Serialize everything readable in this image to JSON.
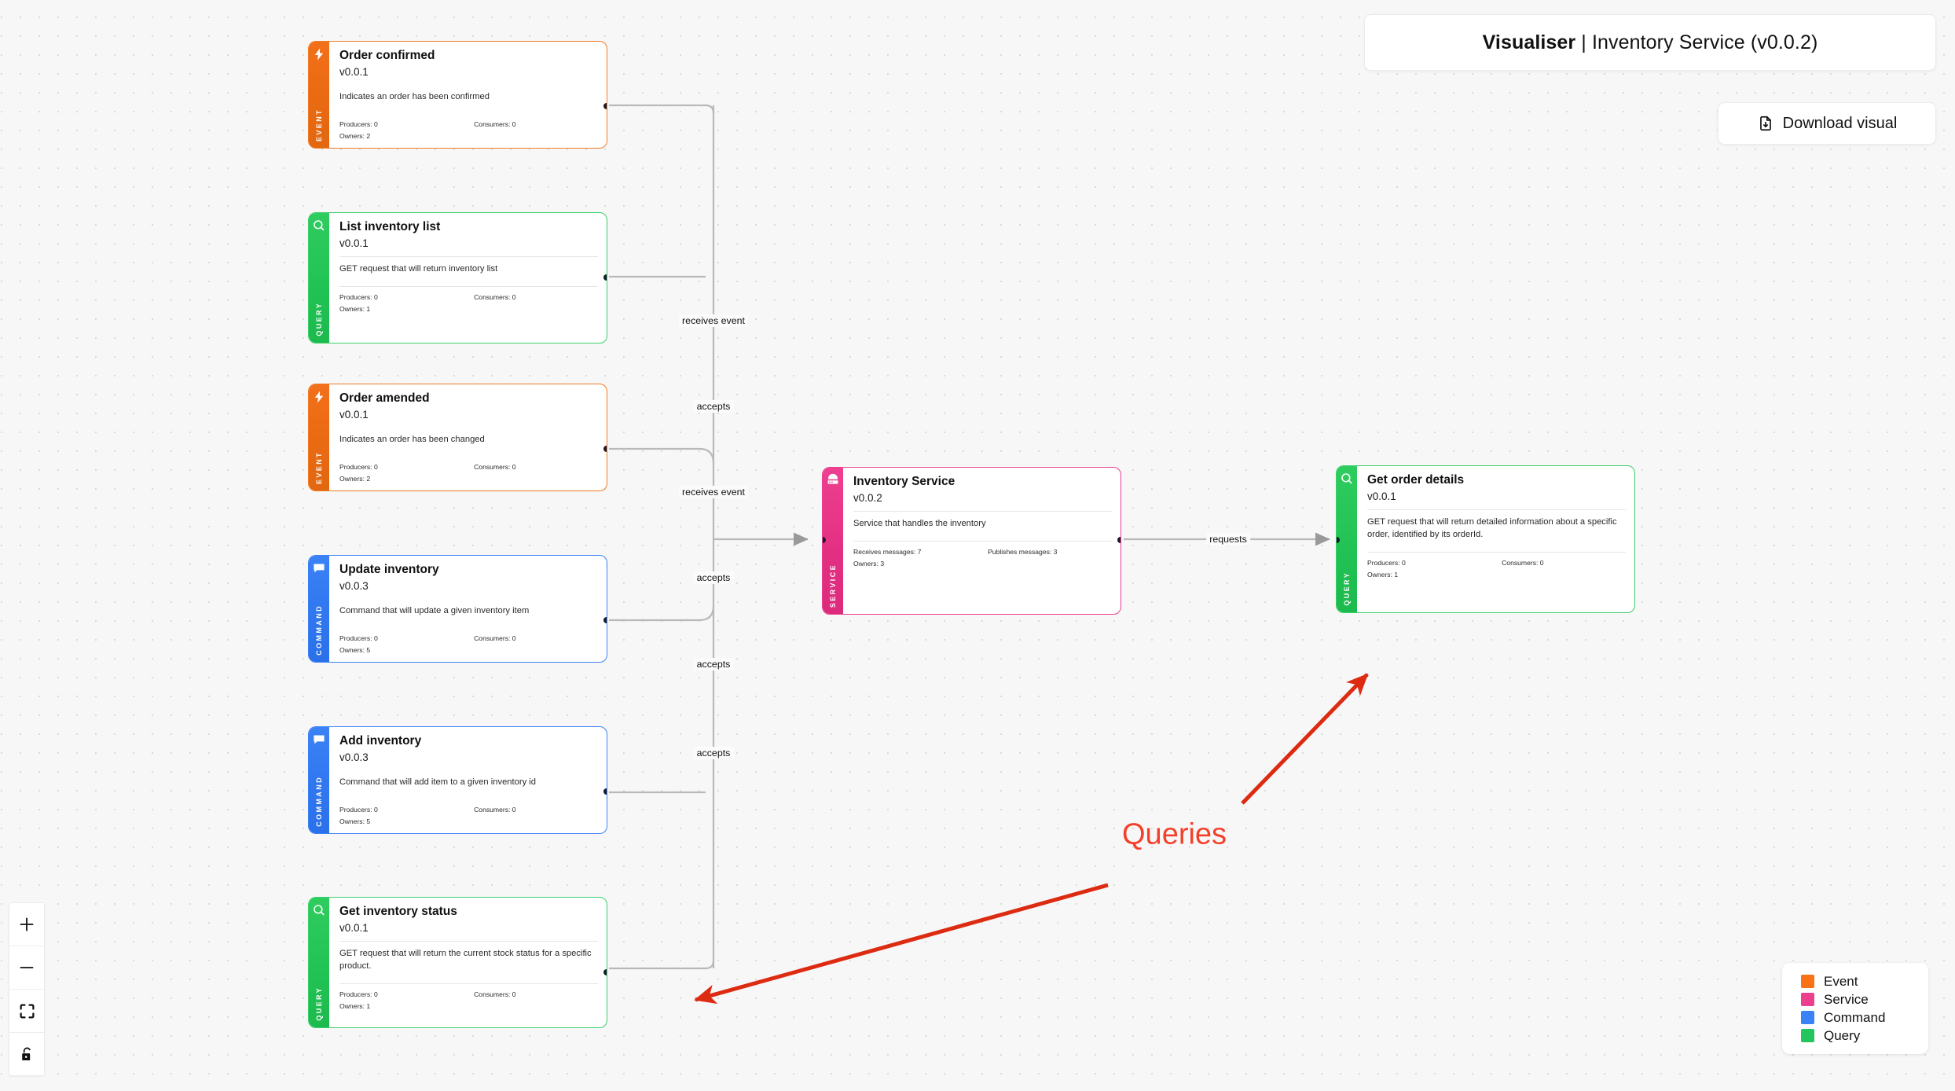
{
  "header": {
    "title_bold": "Visualiser",
    "title_sep": " | ",
    "title_rest": "Inventory Service (v0.0.2)",
    "download_label": "Download visual",
    "download_icon": "file-download-icon"
  },
  "legend": {
    "items": [
      {
        "label": "Event",
        "color": "#f97316"
      },
      {
        "label": "Service",
        "color": "#ec3f8e"
      },
      {
        "label": "Command",
        "color": "#3b82f6"
      },
      {
        "label": "Query",
        "color": "#22c55e"
      }
    ]
  },
  "controls": [
    {
      "name": "zoom-in-button",
      "icon": "plus-icon"
    },
    {
      "name": "zoom-out-button",
      "icon": "minus-icon"
    },
    {
      "name": "fit-view-button",
      "icon": "fit-screen-icon"
    },
    {
      "name": "lock-toggle-button",
      "icon": "unlock-icon"
    }
  ],
  "nodes": [
    {
      "id": "order-confirmed",
      "kind": "event",
      "kind_label": "EVENT",
      "icon": "lightning-bolt-icon",
      "title": "Order confirmed",
      "version": "v0.0.1",
      "description": "Indicates an order has been confirmed",
      "metrics": [
        {
          "label": "Producers: 0"
        },
        {
          "label": "Consumers: 0"
        },
        {
          "label": "Owners: 2"
        }
      ]
    },
    {
      "id": "list-inventory-list",
      "kind": "query",
      "kind_label": "QUERY",
      "icon": "magnifier-icon",
      "title": "List inventory list",
      "version": "v0.0.1",
      "description": "GET request that will return inventory list",
      "metrics": [
        {
          "label": "Producers: 0"
        },
        {
          "label": "Consumers: 0"
        },
        {
          "label": "Owners: 1"
        }
      ]
    },
    {
      "id": "order-amended",
      "kind": "event",
      "kind_label": "EVENT",
      "icon": "lightning-bolt-icon",
      "title": "Order amended",
      "version": "v0.0.1",
      "description": "Indicates an order has been changed",
      "metrics": [
        {
          "label": "Producers: 0"
        },
        {
          "label": "Consumers: 0"
        },
        {
          "label": "Owners: 2"
        }
      ]
    },
    {
      "id": "update-inventory",
      "kind": "command",
      "kind_label": "COMMAND",
      "icon": "speech-bubble-icon",
      "title": "Update inventory",
      "version": "v0.0.3",
      "description": "Command that will update a given inventory item",
      "metrics": [
        {
          "label": "Producers: 0"
        },
        {
          "label": "Consumers: 0"
        },
        {
          "label": "Owners: 5"
        }
      ]
    },
    {
      "id": "add-inventory",
      "kind": "command",
      "kind_label": "COMMAND",
      "icon": "speech-bubble-icon",
      "title": "Add inventory",
      "version": "v0.0.3",
      "description": "Command that will add item to a given inventory id",
      "metrics": [
        {
          "label": "Producers: 0"
        },
        {
          "label": "Consumers: 0"
        },
        {
          "label": "Owners: 5"
        }
      ]
    },
    {
      "id": "get-inventory-status",
      "kind": "query",
      "kind_label": "QUERY",
      "icon": "magnifier-icon",
      "title": "Get inventory status",
      "version": "v0.0.1",
      "description": "GET request that will return the current stock status for a specific product.",
      "metrics": [
        {
          "label": "Producers: 0"
        },
        {
          "label": "Consumers: 0"
        },
        {
          "label": "Owners: 1"
        }
      ]
    },
    {
      "id": "inventory-service",
      "kind": "service",
      "kind_label": "SERVICE",
      "icon": "server-icon",
      "title": "Inventory Service",
      "version": "v0.0.2",
      "description": "Service that handles the inventory",
      "metrics": [
        {
          "label": "Receives messages: 7"
        },
        {
          "label": "Publishes messages: 3"
        },
        {
          "label": "Owners: 3"
        }
      ]
    },
    {
      "id": "get-order-details",
      "kind": "query",
      "kind_label": "QUERY",
      "icon": "magnifier-icon",
      "title": "Get order details",
      "version": "v0.0.1",
      "description": "GET request that will return detailed information about a specific order, identified by its orderId.",
      "metrics": [
        {
          "label": "Producers: 0"
        },
        {
          "label": "Consumers: 0"
        },
        {
          "label": "Owners: 1"
        }
      ]
    }
  ],
  "edges": [
    {
      "id": "e1",
      "label": "receives event"
    },
    {
      "id": "e2",
      "label": "accepts"
    },
    {
      "id": "e3",
      "label": "receives event"
    },
    {
      "id": "e4",
      "label": "accepts"
    },
    {
      "id": "e5",
      "label": "accepts"
    },
    {
      "id": "e6",
      "label": "accepts"
    },
    {
      "id": "e7",
      "label": "requests"
    }
  ],
  "annotations": {
    "queries_label": "Queries",
    "queries_color": "#f4402a"
  }
}
